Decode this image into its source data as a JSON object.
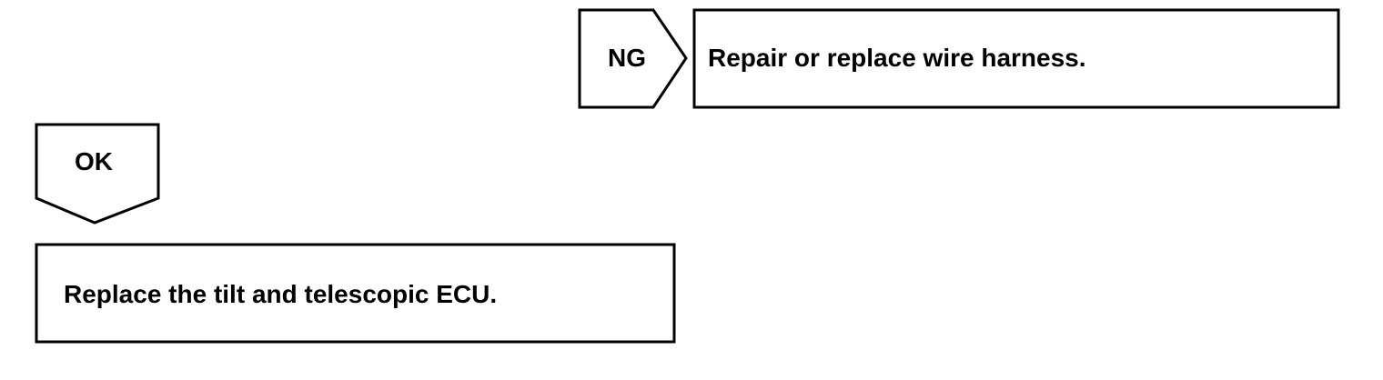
{
  "flowchart": {
    "ng_branch": {
      "tag": "NG",
      "action": "Repair or replace wire harness."
    },
    "ok_branch": {
      "tag": "OK",
      "action": "Replace the tilt and telescopic ECU."
    }
  },
  "colors": {
    "stroke": "#000000",
    "background": "#ffffff"
  }
}
